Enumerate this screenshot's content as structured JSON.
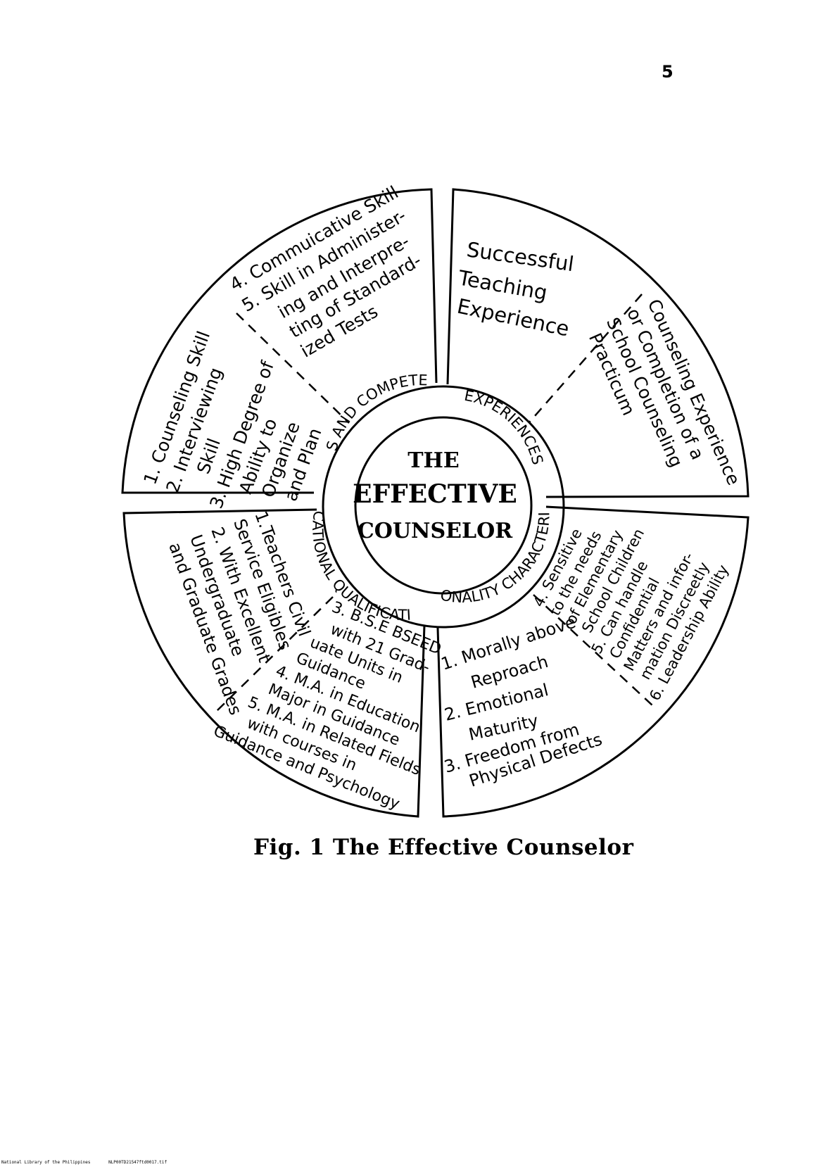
{
  "page_number": "5",
  "center": {
    "line1": "THE",
    "line2": "EFFECTIVE",
    "line3": "COUNSELOR"
  },
  "ring_labels": {
    "skills": "SKILLS AND COMPETENCIES",
    "experiences": "EXPERIENCES",
    "educational": "EDUCATIONAL QUALIFICATIONS",
    "personality": "PERSONALITY CHARACTERISTICS"
  },
  "sectors": {
    "skills_outer": [
      "1. Counseling Skill",
      "2. Interviewing",
      "Skill",
      "3. High Degree of",
      "Ability to",
      "Organize",
      "and Plan"
    ],
    "skills_inner": [
      "4. Commuicative Skill",
      "5. Skill in Administer-",
      "ing and Interpre-",
      "ting of Standard-",
      "ized Tests"
    ],
    "experience_top": [
      "Successful",
      "Teaching",
      "Experience"
    ],
    "experience_side": [
      "Counseling Experience",
      "or Completion of a",
      "School Counseling",
      "Practicum"
    ],
    "education_outer": [
      "1.Teachers Civil",
      "Service Eligibles",
      "2. With Excellent",
      "Undergraduate",
      "and Graduate Grades"
    ],
    "education_inner": [
      "3. B.S.E BSEED",
      "with 21 Grad-",
      "uate Units in",
      "Guidance",
      "4. M.A. in Education",
      "Major in Guidance",
      "5. M.A. in Related Fields",
      "with courses in",
      "Guidance and Psychology"
    ],
    "personality_bottom": [
      "1. Morally above",
      "Reproach",
      "2. Emotional",
      "Maturity",
      "3. Freedom from",
      "Physical Defects"
    ],
    "personality_side": [
      "4. Sensitive",
      "to the needs",
      "of Elementary",
      "School Children",
      "5. Can handle",
      "Confidential",
      "Matters and infor-",
      "mation Discreetly",
      "6. Leadership Ability"
    ]
  },
  "caption": "Fig. 1 The Effective Counselor",
  "footer": {
    "left": "National Library of the Philippines",
    "right": "NLP00TD21547ftd0017.tif"
  }
}
